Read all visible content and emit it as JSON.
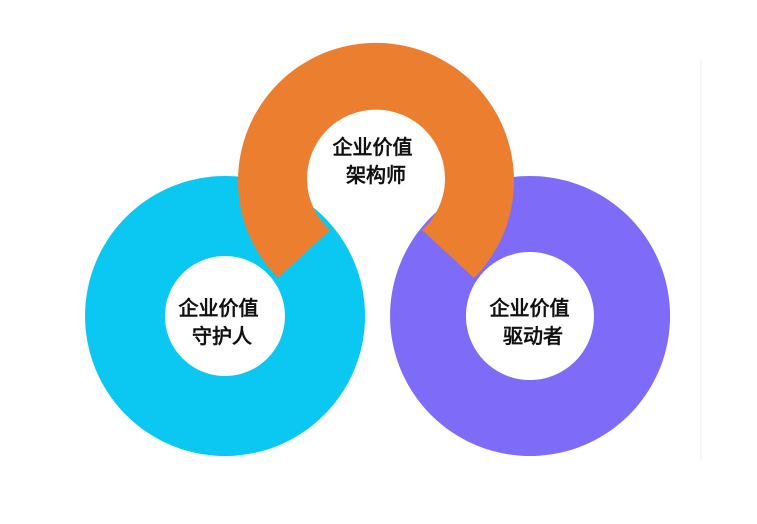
{
  "rings": [
    {
      "id": "guardian",
      "color": "#0BC8F2",
      "label_lines": [
        "企业价值",
        "守护人"
      ]
    },
    {
      "id": "architect",
      "color": "#EC7E2F",
      "label_lines": [
        "企业价值",
        "架构师"
      ]
    },
    {
      "id": "driver",
      "color": "#7E6CF8",
      "label_lines": [
        "企业价值",
        "驱动者"
      ]
    }
  ]
}
